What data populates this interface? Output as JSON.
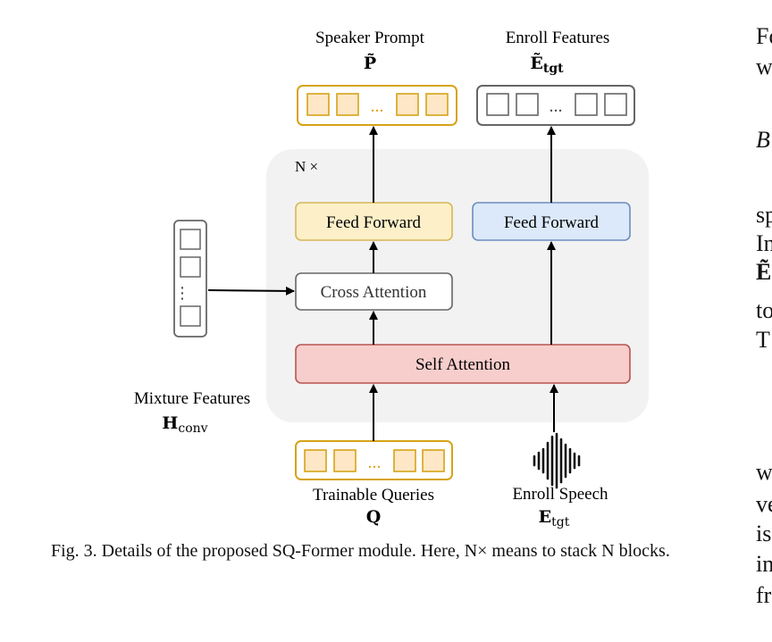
{
  "diagram": {
    "block_repeat_label": "N ×",
    "outputs": {
      "speaker_prompt": {
        "title": "Speaker Prompt",
        "symbol": "P̃",
        "ellipsis": "..."
      },
      "enroll_features": {
        "title": "Enroll Features",
        "symbol": "Ẽ",
        "symbol_subscript": "tgt",
        "ellipsis": "..."
      }
    },
    "blocks": {
      "feed_forward_left": "Feed Forward",
      "feed_forward_right": "Feed Forward",
      "cross_attention": "Cross Attention",
      "self_attention": "Self Attention"
    },
    "inputs": {
      "mixture_features": {
        "title": "Mixture Features",
        "symbol": "H",
        "symbol_subscript": "conv",
        "ellipsis": "⋮"
      },
      "trainable_queries": {
        "title": "Trainable Queries",
        "symbol": "Q",
        "ellipsis": "..."
      },
      "enroll_speech": {
        "title": "Enroll Speech",
        "symbol": "E",
        "symbol_subscript": "tgt"
      }
    },
    "colors": {
      "orange_border": "#d6a318",
      "orange_fill": "#fde7c6",
      "yellow_fill": "#fdf0c8",
      "blue_fill": "#dce9fb",
      "blue_border": "#6c8ebf",
      "red_fill": "#f8cecc",
      "red_border": "#b85450",
      "gray_border": "#666666",
      "panel_fill": "#f2f2f2"
    }
  },
  "caption": "Fig. 3.  Details of the proposed SQ-Former module. Here, N× means to stack N blocks.",
  "right_column_fragments": [
    "Fo",
    "w",
    "B",
    "sp",
    "In",
    "Ẽ",
    "to",
    "T",
    "w",
    "ve",
    "is",
    "in",
    "fr"
  ]
}
